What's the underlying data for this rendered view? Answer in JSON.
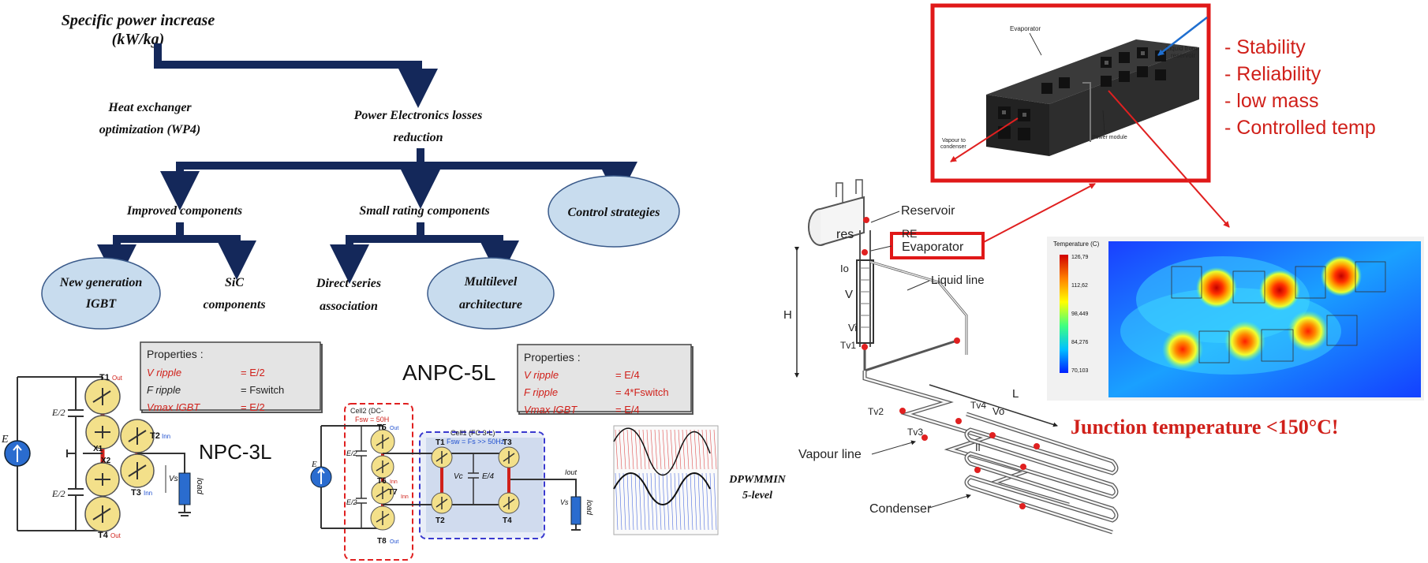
{
  "tree": {
    "root": [
      "Specific power increase",
      "(kW/kg)"
    ],
    "heat_exchanger": [
      "Heat exchanger",
      "optimization (WP4)"
    ],
    "pe_losses": [
      "Power Electronics losses",
      "reduction"
    ],
    "improved_components": "Improved components",
    "small_rating": "Small rating components",
    "control_strategies": "Control strategies",
    "new_generation_igbt": [
      "New generation",
      "IGBT"
    ],
    "sic_components": [
      "SiC",
      "components"
    ],
    "direct_series": [
      "Direct series",
      "association"
    ],
    "multilevel": [
      "Multilevel",
      "architecture"
    ]
  },
  "npc": {
    "title": "NPC-3L",
    "source_label": "E",
    "half_label_top": "E/2",
    "half_label_bottom": "E/2",
    "t1": "T1",
    "t1_tag": "Out",
    "t2": "T2",
    "t2_tag": "Inn",
    "t3": "T3",
    "t3_tag": "Inn",
    "t4": "T4",
    "t4_tag": "Out",
    "x1": "X1",
    "x2": "X2",
    "vs": "Vs",
    "load": "load",
    "props": {
      "heading": "Properties :",
      "rows": [
        {
          "name": "V ripple",
          "value": "= E/2",
          "red": true
        },
        {
          "name": "F ripple",
          "value": "= Fswitch",
          "red": false
        },
        {
          "name": "Vmax IGBT",
          "value": "= E/2",
          "red": true
        }
      ]
    }
  },
  "anpc": {
    "title": "ANPC-5L",
    "cell2": "Cell2 (DC-",
    "cell2_fsw": "Fsw = 50H",
    "cell1": "Cell1 (FC 3-L)",
    "cell1_fsw": "Fsw = Fs >> 50Hz",
    "t5": "T5",
    "t5_tag": "Out",
    "t6": "T6",
    "t6_tag": "Inn",
    "t7": "T7",
    "t7_tag": "Inn",
    "t8": "T8",
    "t8_tag": "Out",
    "t1": "T1",
    "t2": "T2",
    "t3": "T3",
    "t4": "T4",
    "vc": "Vc",
    "e4": "E/4",
    "source_label": "E",
    "half_top": "E/2",
    "half_bottom": "E/2",
    "iout": "Iout",
    "vs": "Vs",
    "load": "load",
    "props": {
      "heading": "Properties :",
      "rows": [
        {
          "name": "V ripple",
          "value": "= E/4",
          "red": true
        },
        {
          "name": "F ripple",
          "value": "= 4*Fswitch",
          "red": true
        },
        {
          "name": "Vmax IGBT",
          "value": "= E/4",
          "red": true
        }
      ]
    },
    "waveform_label": [
      "DPWMMIN",
      "5-level"
    ]
  },
  "thermal": {
    "inset_labels": {
      "evaporator": "Evaporator",
      "liquid_from": [
        "Liquid from",
        "reservoir"
      ],
      "vapour_to": [
        "Vapour to",
        "condenser"
      ],
      "power_module": "Power module"
    },
    "bullets": [
      "- Stability",
      "- Reliability",
      "- low mass",
      "- Controlled temp"
    ],
    "loop_labels": {
      "reservoir": "Reservoir",
      "res": "res",
      "re": "RE",
      "evaporator": "Evaporator",
      "liquid_line": "Liquid line",
      "h": "H",
      "v": "V",
      "io": "Io",
      "vi": "Vi",
      "tv1": "Tv1",
      "tv2": "Tv2",
      "tv3": "Tv3",
      "tv4": "Tv4",
      "vo": "Vo",
      "il": "Il",
      "l": "L",
      "vapour_line": "Vapour line",
      "condenser": "Condenser"
    },
    "heatmap": {
      "title": "Temperature (C)",
      "ticks": [
        "126,79",
        "112,62",
        "98,449",
        "84,276",
        "70,103"
      ]
    },
    "junction": "Junction temperature <150°C!"
  },
  "colors": {
    "arrow_navy": "#14285a",
    "ellipse_fill": "#c8dcee",
    "accent_red": "#d0201a",
    "igbt_yellow": "#f3e08a"
  }
}
